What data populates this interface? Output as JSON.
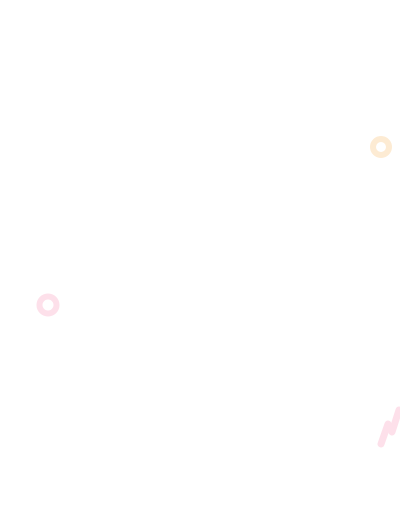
{
  "colors": {
    "background": "#ffffff",
    "ring_peach": "#fdebd3",
    "ring_pink": "#fde0ea",
    "stripe_pink": "#fde0ea"
  },
  "decorations": [
    {
      "name": "peach-ring",
      "shape": "ring",
      "color_key": "ring_peach"
    },
    {
      "name": "pink-ring",
      "shape": "ring",
      "color_key": "ring_pink"
    },
    {
      "name": "pink-stripes",
      "shape": "stripes",
      "color_key": "stripe_pink"
    }
  ]
}
